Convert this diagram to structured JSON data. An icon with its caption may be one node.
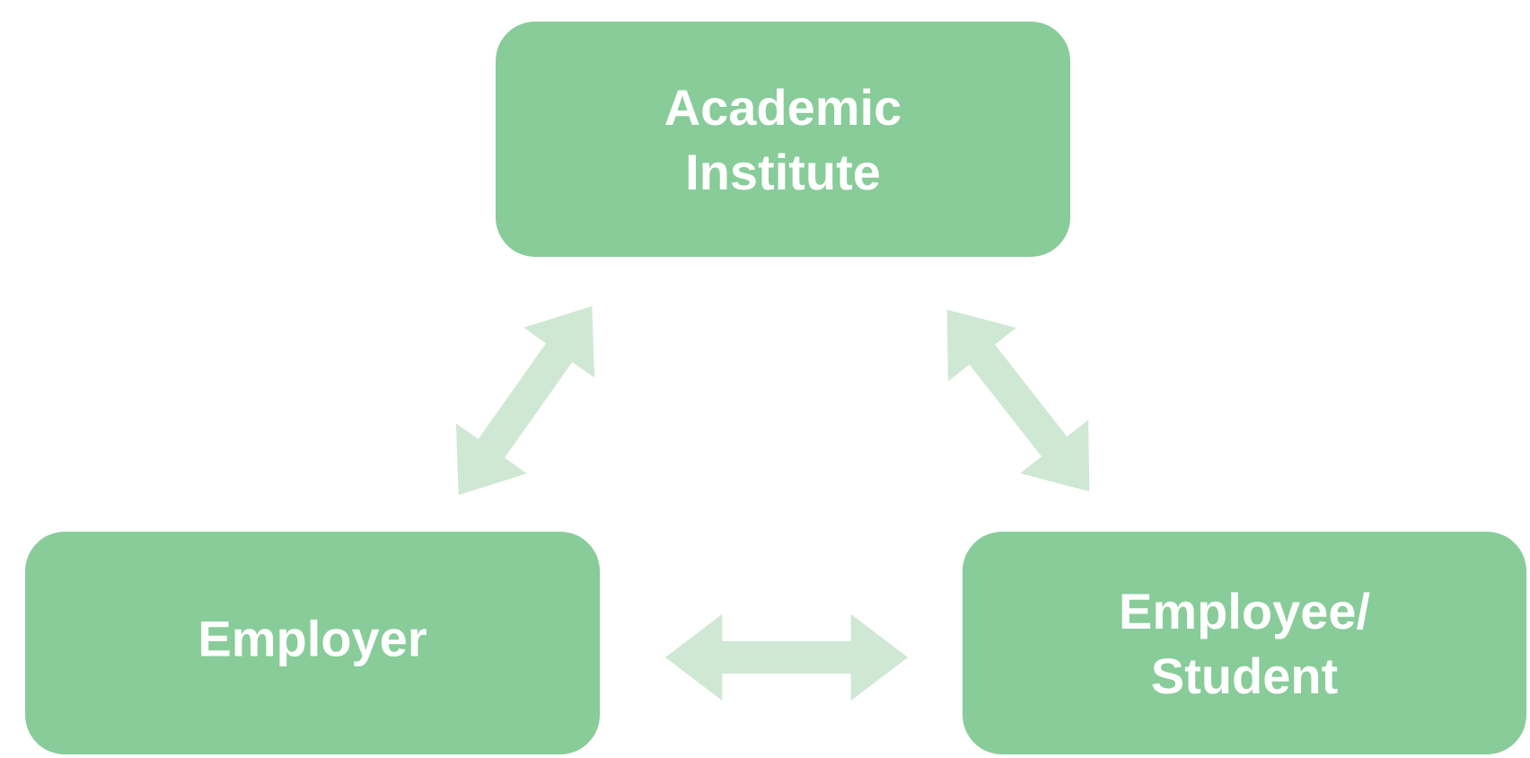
{
  "diagram": {
    "nodes": [
      {
        "text": [
          "Academic Institute"
        ]
      },
      {
        "text": [
          "Employer"
        ]
      },
      {
        "text": [
          "Employee/ Student"
        ]
      }
    ],
    "edges": [
      {
        "from": 1,
        "to": 0,
        "arrow": "both"
      },
      {
        "from": 0,
        "to": 2,
        "arrow": "both"
      },
      {
        "from": 1,
        "to": 2,
        "arrow": "both"
      }
    ]
  }
}
